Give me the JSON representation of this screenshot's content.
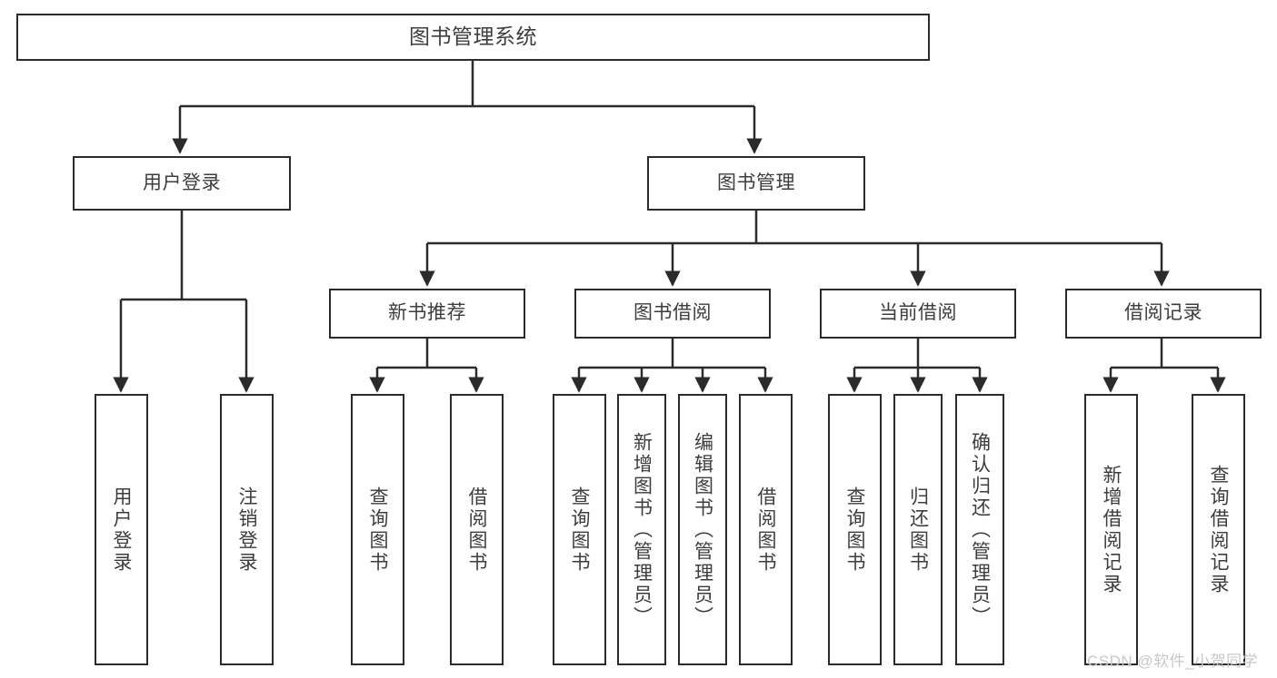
{
  "diagram": {
    "type": "tree",
    "title": "图书管理系统",
    "watermark": "CSDN @软件_小贺同学",
    "colors": {
      "box_border": "#2b2b2b",
      "box_fill": "#ffffff",
      "text": "#3d3d3d",
      "connector": "#2b2b2b",
      "watermark": "#c8c8c8",
      "background": "#ffffff"
    },
    "nodes": {
      "root": {
        "label": "图书管理系统"
      },
      "level2": [
        {
          "label": "用户登录"
        },
        {
          "label": "图书管理"
        }
      ],
      "level3": [
        {
          "label": "新书推荐"
        },
        {
          "label": "图书借阅"
        },
        {
          "label": "当前借阅"
        },
        {
          "label": "借阅记录"
        }
      ],
      "leaves_user_login": [
        {
          "label": "用户登录"
        },
        {
          "label": "注销登录"
        }
      ],
      "leaves_new_book": [
        {
          "label": "查询图书"
        },
        {
          "label": "借阅图书"
        }
      ],
      "leaves_book_borrow": [
        {
          "label": "查询图书"
        },
        {
          "label": "新增图书（管理员）"
        },
        {
          "label": "编辑图书（管理员）"
        },
        {
          "label": "借阅图书"
        }
      ],
      "leaves_current_borrow": [
        {
          "label": "查询图书"
        },
        {
          "label": "归还图书"
        },
        {
          "label": "确认归还（管理员）"
        }
      ],
      "leaves_borrow_record": [
        {
          "label": "新增借阅记录"
        },
        {
          "label": "查询借阅记录"
        }
      ]
    }
  }
}
